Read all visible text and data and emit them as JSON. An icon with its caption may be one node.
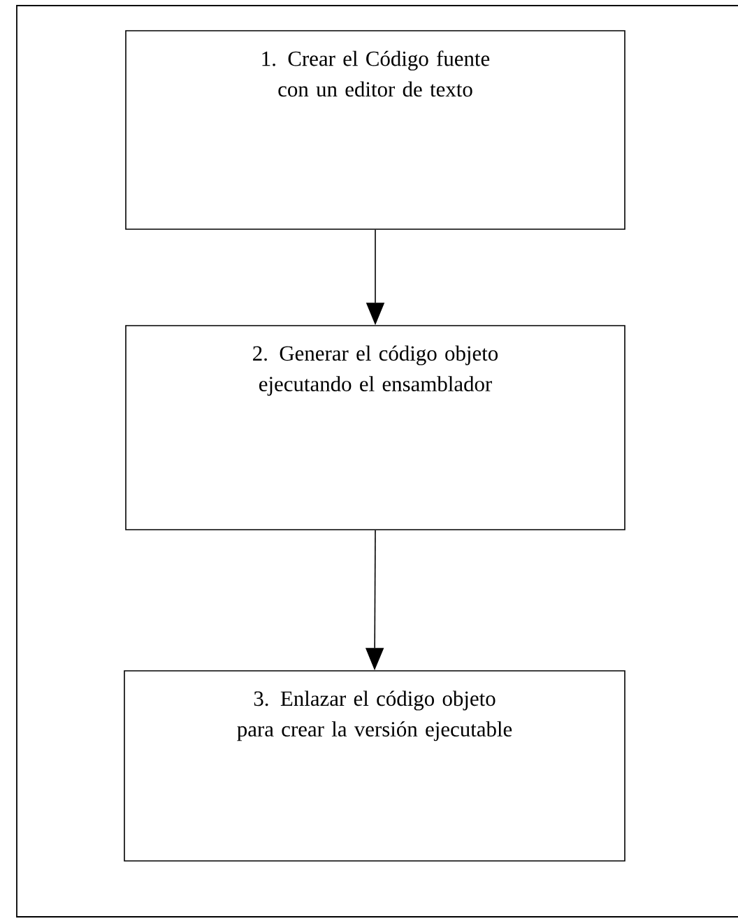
{
  "diagram": {
    "nodes": [
      {
        "text": [
          "1. Crear el Código fuente con un editor de texto"
        ]
      },
      {
        "text": [
          "2. Generar el código objeto ejecutando el ensamblador"
        ]
      },
      {
        "text": [
          "3. Enlazar el código objeto para crear la versión ejecutable"
        ]
      }
    ],
    "edges": [
      {
        "from": 0,
        "to": 1,
        "arrow": "to"
      },
      {
        "from": 1,
        "to": 2,
        "arrow": "to"
      }
    ]
  }
}
